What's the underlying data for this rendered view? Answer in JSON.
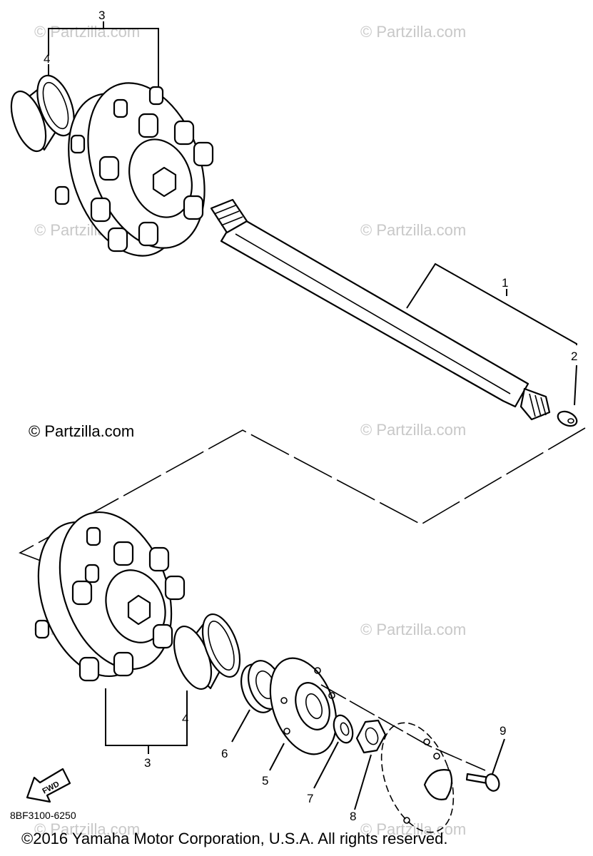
{
  "watermark": "© Partzilla.com",
  "partzilla_label": "© Partzilla.com",
  "diagram_code": "8BF3100-6250",
  "copyright": "©2016 Yamaha Motor Corporation, U.S.A. All rights reserved.",
  "fwd_label": "FWD",
  "callouts": {
    "c1": "1",
    "c2": "2",
    "c3_top": "3",
    "c4_top": "4",
    "c3_bottom": "3",
    "c4_bottom": "4",
    "c5": "5",
    "c6": "6",
    "c7": "7",
    "c8": "8",
    "c9": "9"
  }
}
